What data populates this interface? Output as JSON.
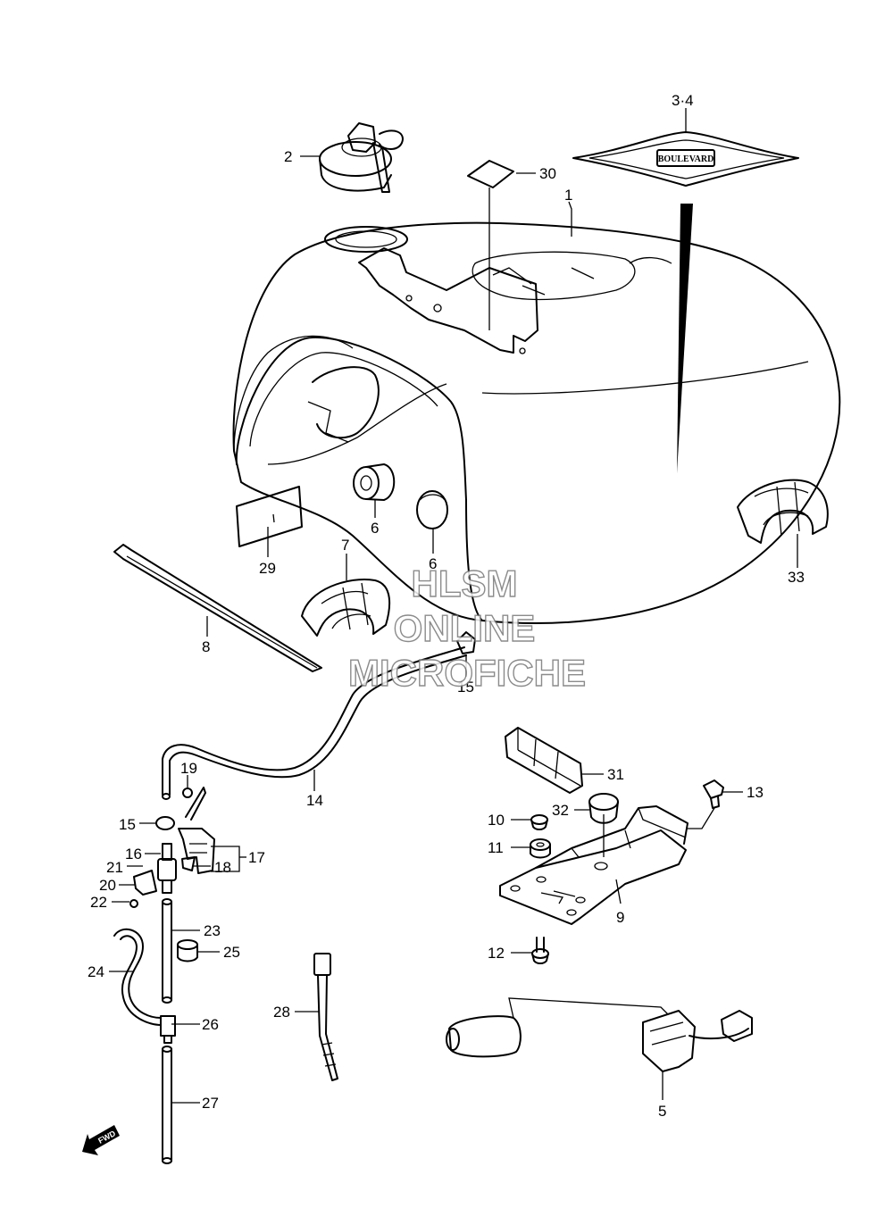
{
  "watermark": {
    "line1": "HLSM",
    "line2": "ONLINE",
    "line3": "MICROFICHE"
  },
  "emblem_text": "BOULEVARD",
  "fwd_label": "FWD",
  "callouts": {
    "c1": "1",
    "c2": "2",
    "c34": "3·4",
    "c5": "5",
    "c6a": "6",
    "c6b": "6",
    "c7": "7",
    "c8": "8",
    "c9": "9",
    "c10": "10",
    "c11": "11",
    "c12": "12",
    "c13": "13",
    "c14": "14",
    "c15a": "15",
    "c15b": "15",
    "c16": "16",
    "c17": "17",
    "c18": "18",
    "c19": "19",
    "c20": "20",
    "c21": "21",
    "c22": "22",
    "c23": "23",
    "c24": "24",
    "c25": "25",
    "c26": "26",
    "c27": "27",
    "c28": "28",
    "c29": "29",
    "c30": "30",
    "c31": "31",
    "c32": "32",
    "c33": "33"
  }
}
